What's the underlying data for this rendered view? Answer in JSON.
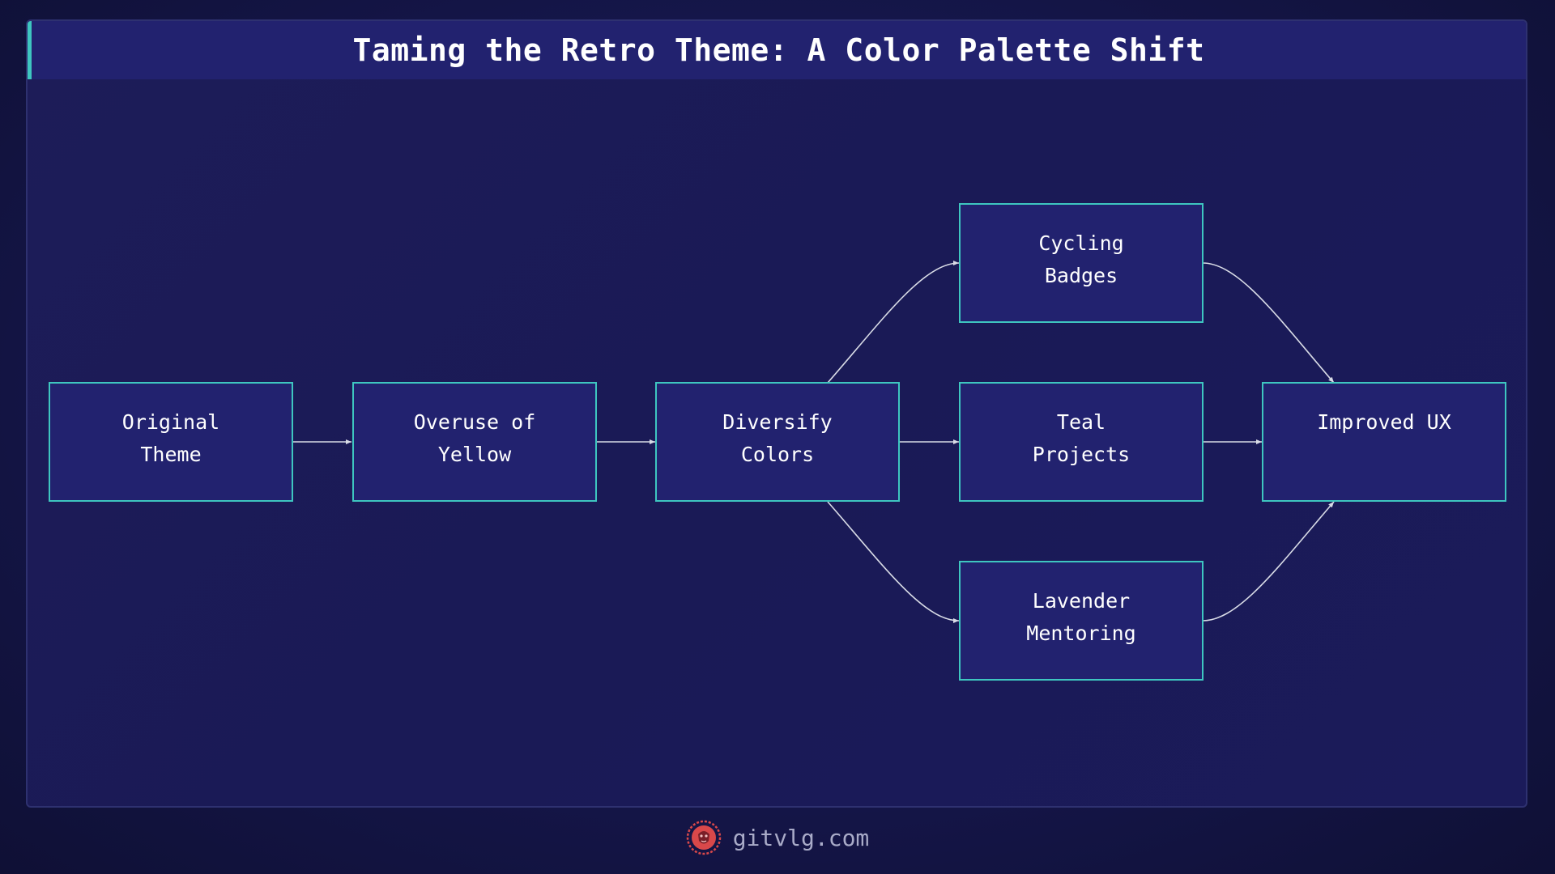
{
  "title": "Taming the Retro Theme: A Color Palette Shift",
  "nodes": {
    "original": {
      "line1": "Original",
      "line2": "Theme"
    },
    "overuse": {
      "line1": "Overuse of",
      "line2": "Yellow"
    },
    "diversify": {
      "line1": "Diversify",
      "line2": "Colors"
    },
    "cycling": {
      "line1": "Cycling",
      "line2": "Badges"
    },
    "teal": {
      "line1": "Teal",
      "line2": "Projects"
    },
    "lavender": {
      "line1": "Lavender",
      "line2": "Mentoring"
    },
    "improved": {
      "line1": "Improved UX"
    }
  },
  "edges": [
    [
      "original",
      "overuse"
    ],
    [
      "overuse",
      "diversify"
    ],
    [
      "diversify",
      "cycling"
    ],
    [
      "diversify",
      "teal"
    ],
    [
      "diversify",
      "lavender"
    ],
    [
      "cycling",
      "improved"
    ],
    [
      "teal",
      "improved"
    ],
    [
      "lavender",
      "improved"
    ]
  ],
  "footer": {
    "site": "gitvlg.com",
    "logo_icon": "lion-head-icon"
  },
  "colors": {
    "background": "#15164a",
    "node_fill": "#22226f",
    "node_border": "#3ec6c0",
    "edge": "#d8dbe6",
    "logo": "#d9484a"
  }
}
